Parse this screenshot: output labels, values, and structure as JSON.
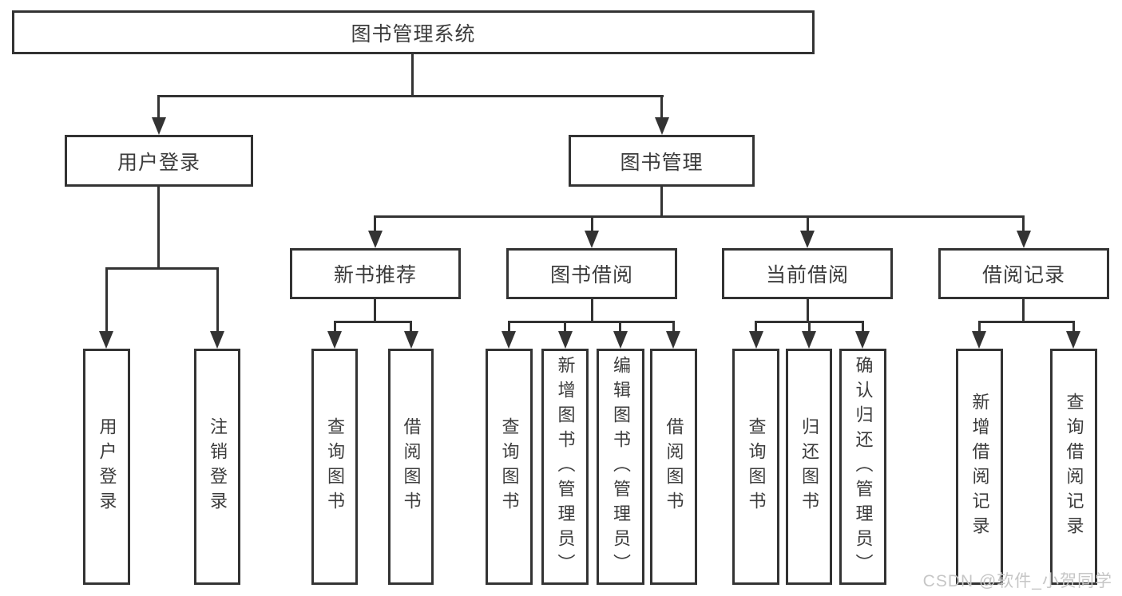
{
  "diagram": {
    "type": "hierarchy-tree",
    "tree": {
      "label": "图书管理系统",
      "children": [
        {
          "label": "用户登录",
          "children": [
            {
              "label": "用户登录"
            },
            {
              "label": "注销登录"
            }
          ]
        },
        {
          "label": "图书管理",
          "children": [
            {
              "label": "新书推荐",
              "children": [
                {
                  "label": "查询图书"
                },
                {
                  "label": "借阅图书"
                }
              ]
            },
            {
              "label": "图书借阅",
              "children": [
                {
                  "label": "查询图书"
                },
                {
                  "label": "新增图书（管理员）"
                },
                {
                  "label": "编辑图书（管理员）"
                },
                {
                  "label": "借阅图书"
                }
              ]
            },
            {
              "label": "当前借阅",
              "children": [
                {
                  "label": "查询图书"
                },
                {
                  "label": "归还图书"
                },
                {
                  "label": "确认归还（管理员）"
                }
              ]
            },
            {
              "label": "借阅记录",
              "children": [
                {
                  "label": "新增借阅记录"
                },
                {
                  "label": "查询借阅记录"
                }
              ]
            }
          ]
        }
      ]
    },
    "watermark": "CSDN @软件_小贺同学",
    "colors": {
      "line": "#333333",
      "text": "#3c3c3c",
      "watermark": "#c6c6c6",
      "background": "#ffffff"
    }
  }
}
